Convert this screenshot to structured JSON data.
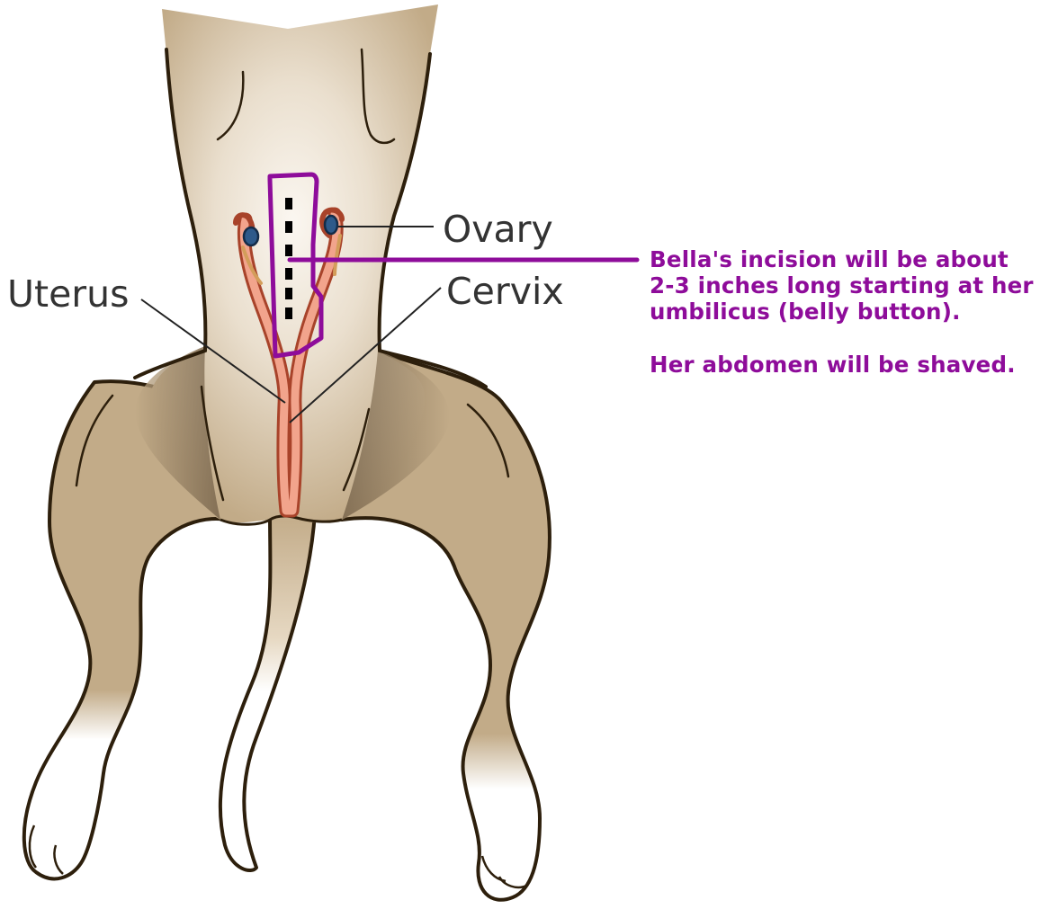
{
  "colors": {
    "fur": "#c2ab88",
    "fur_dark": "#8a765b",
    "belly_light": "#f4ede3",
    "outline": "#2d1f0c",
    "uterus_fill": "#f2a48c",
    "uterus_stroke": "#a8432a",
    "ovary": "#2e5a8a",
    "accent": "#8e0c9a",
    "label_text": "#333333"
  },
  "labels": {
    "ovary": "Ovary",
    "uterus": "Uterus",
    "cervix": "Cervix"
  },
  "note": {
    "lines": [
      "Bella's incision will be about",
      "2-3 inches long starting at her",
      "umbilicus (belly button)."
    ],
    "shave": "Her abdomen will be shaved."
  }
}
